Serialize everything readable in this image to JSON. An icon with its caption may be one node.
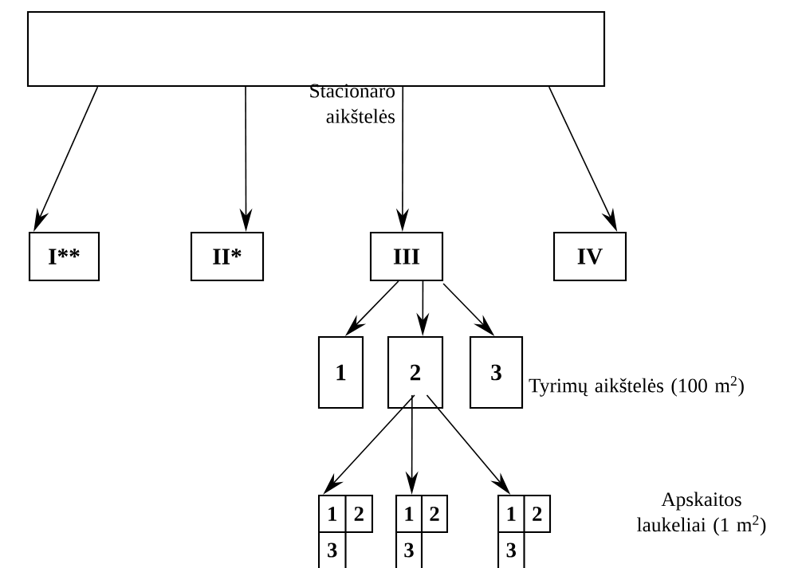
{
  "diagram": {
    "nodes": [
      {
        "text": [],
        "shape": "box"
      },
      {
        "text": [
          "I**"
        ]
      },
      {
        "text": [
          "II*"
        ]
      },
      {
        "text": [
          "III"
        ]
      },
      {
        "text": [
          "IV"
        ]
      },
      {
        "text": [
          "1"
        ]
      },
      {
        "text": [
          "2"
        ]
      },
      {
        "text": [
          "3"
        ]
      },
      {
        "text": [
          "1",
          "2",
          "3"
        ]
      },
      {
        "text": [
          "1",
          "2",
          "3"
        ]
      },
      {
        "text": [
          "1",
          "2",
          "3"
        ]
      }
    ],
    "edges": [
      {
        "from": 0,
        "to": 1,
        "arrow": "to"
      },
      {
        "from": 0,
        "to": 2,
        "arrow": "to"
      },
      {
        "from": 0,
        "to": 3,
        "arrow": "to"
      },
      {
        "from": 0,
        "to": 4,
        "arrow": "to"
      },
      {
        "from": 3,
        "to": 5,
        "arrow": "to"
      },
      {
        "from": 3,
        "to": 6,
        "arrow": "to"
      },
      {
        "from": 3,
        "to": 7,
        "arrow": "to"
      },
      {
        "from": 6,
        "to": 8,
        "arrow": "to"
      },
      {
        "from": 6,
        "to": 9,
        "arrow": "to"
      },
      {
        "from": 6,
        "to": 10,
        "arrow": "to"
      }
    ],
    "labels": [
      "Stacionaro aikštelės",
      "Tyrimų aikštelės (100 m$^{2}$)",
      "Apskaitos laukeliai (1 m$^{2}$)"
    ]
  }
}
